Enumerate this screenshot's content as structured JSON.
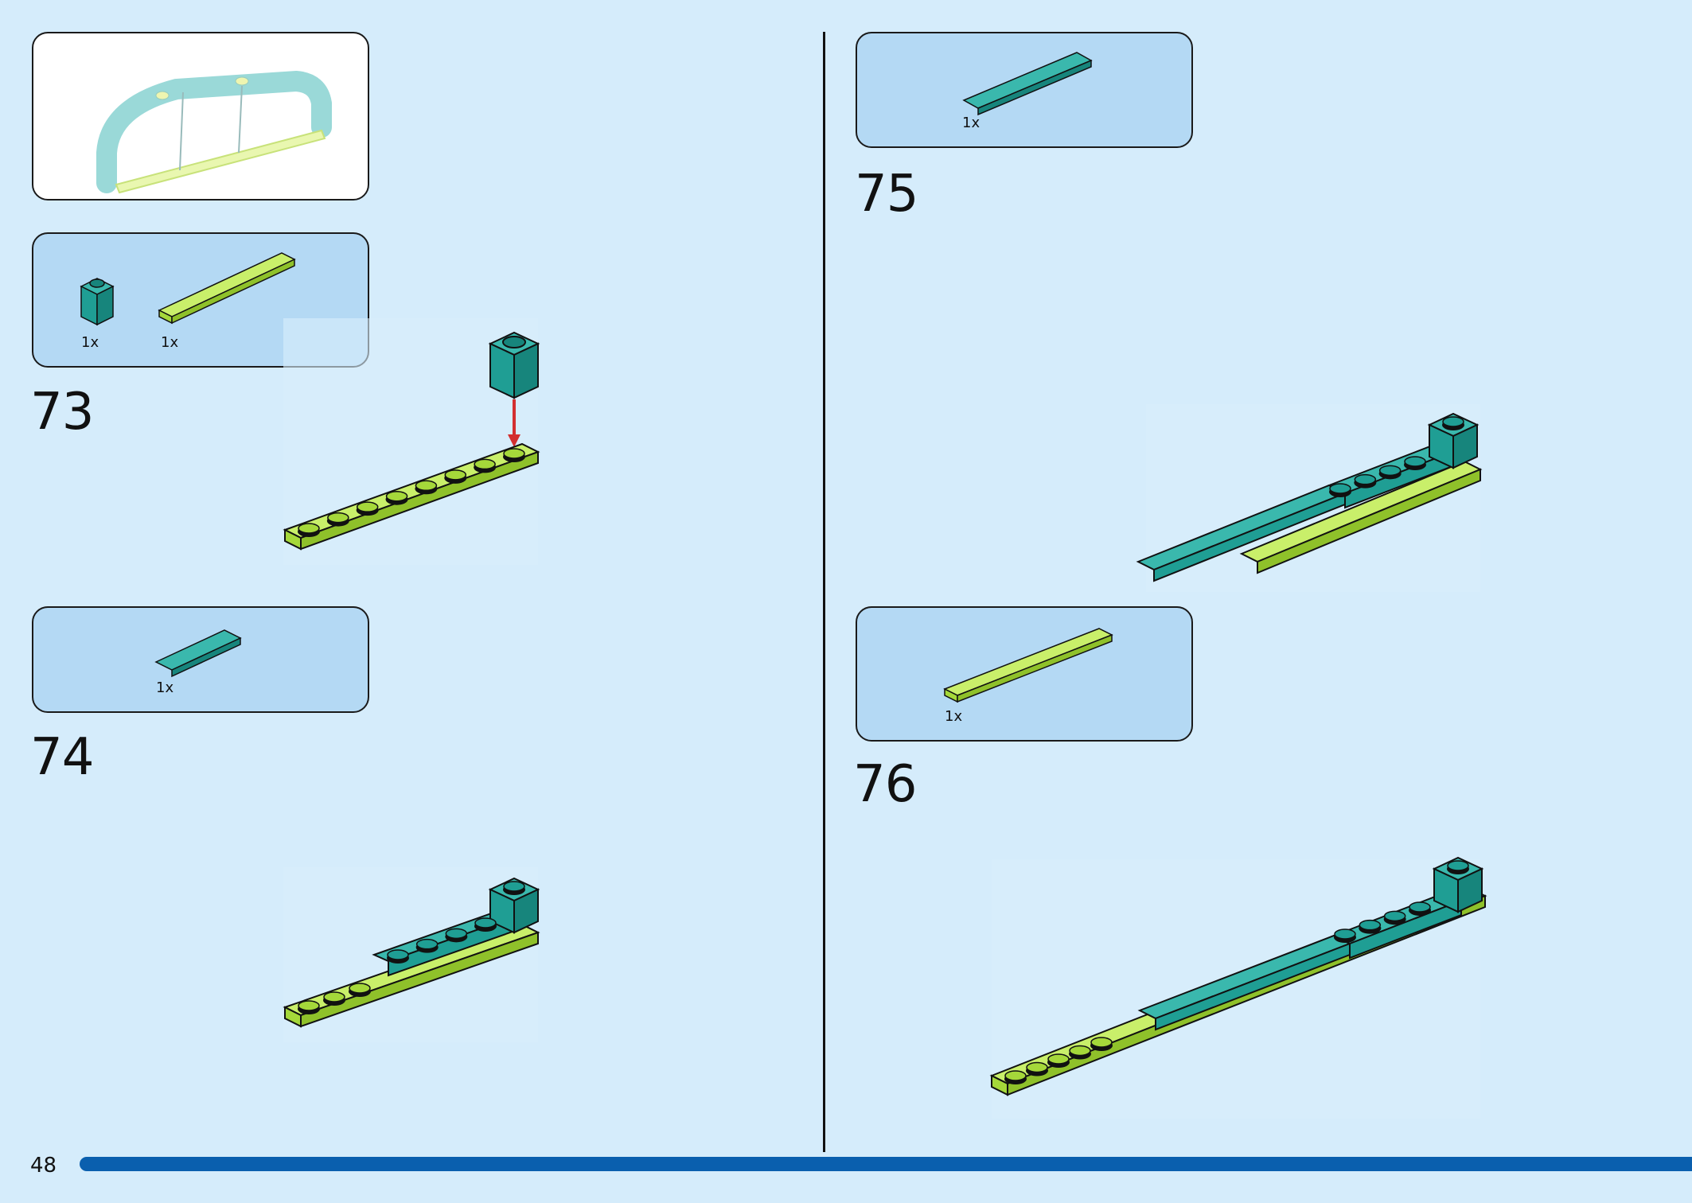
{
  "page": {
    "number": "48",
    "progress_percent": 100
  },
  "colors": {
    "background": "#d5ecfb",
    "parts_panel": "#b4d9f4",
    "lime": "#a5d83a",
    "teal": "#1f9e94",
    "arrow": "#d32f2f",
    "progress_bar": "#0a5fae"
  },
  "steps": [
    {
      "number": "73",
      "parts": [
        {
          "qty": "1x",
          "icon": "teal-1x1-brick-icon"
        },
        {
          "qty": "1x",
          "icon": "lime-1x8-plate-icon"
        }
      ]
    },
    {
      "number": "74",
      "parts": [
        {
          "qty": "1x",
          "icon": "teal-1x4-plate-icon"
        }
      ]
    },
    {
      "number": "75",
      "parts": [
        {
          "qty": "1x",
          "icon": "teal-1x6-tile-icon"
        }
      ]
    },
    {
      "number": "76",
      "parts": [
        {
          "qty": "1x",
          "icon": "lime-1x8-plate-icon"
        }
      ]
    }
  ]
}
